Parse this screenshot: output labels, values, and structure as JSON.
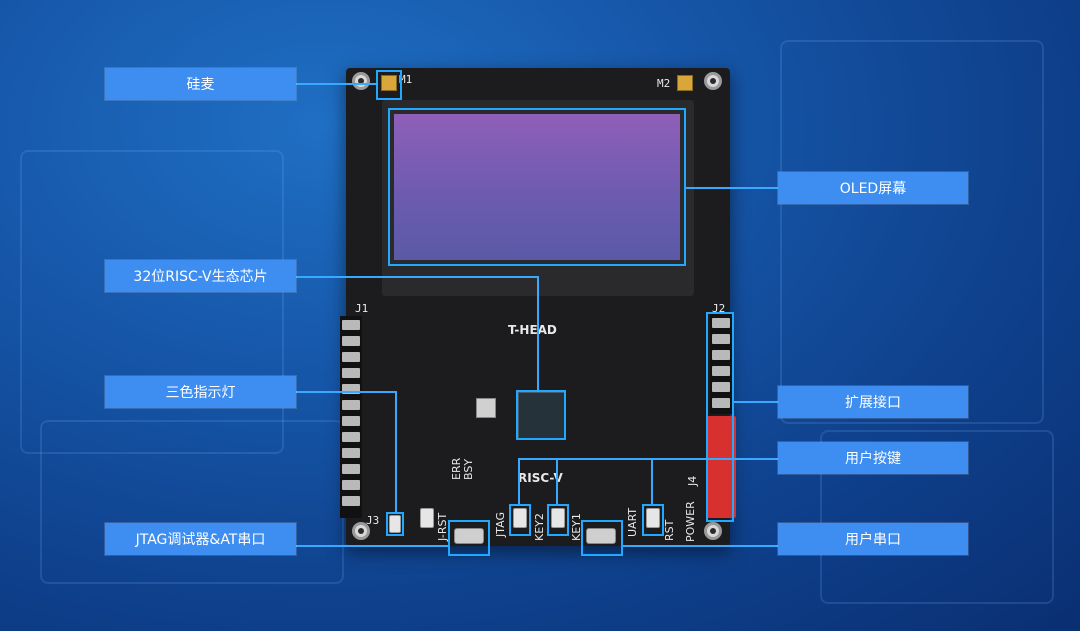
{
  "labels": {
    "mic": "硅麦",
    "oled": "OLED屏幕",
    "soc": "32位RISC-V生态芯片",
    "rgb_led": "三色指示灯",
    "expansion": "扩展接口",
    "user_keys": "用户按键",
    "jtag_debugger": "JTAG调试器&AT串口",
    "user_uart": "用户串口"
  },
  "silkscreen": {
    "m1": "M1",
    "m2": "M2",
    "j1": "J1",
    "j2": "J2",
    "j3": "J3",
    "j4": "J4",
    "brand": "T-HEAD",
    "riscv": "RISC-V",
    "err": "ERR",
    "bsy": "BSY",
    "j_rst": "J-RST",
    "jtag": "JTAG",
    "key2": "KEY2",
    "key1": "KEY1",
    "uart": "UART",
    "rst": "RST",
    "power": "POWER"
  },
  "colors": {
    "background": "#1656a8",
    "label_box": "#3d8ef0",
    "leader_line": "#39a9ff",
    "pcb": "#1c1c1e",
    "oled_screen": "#7a5cb4",
    "red_header": "#d8302f"
  }
}
